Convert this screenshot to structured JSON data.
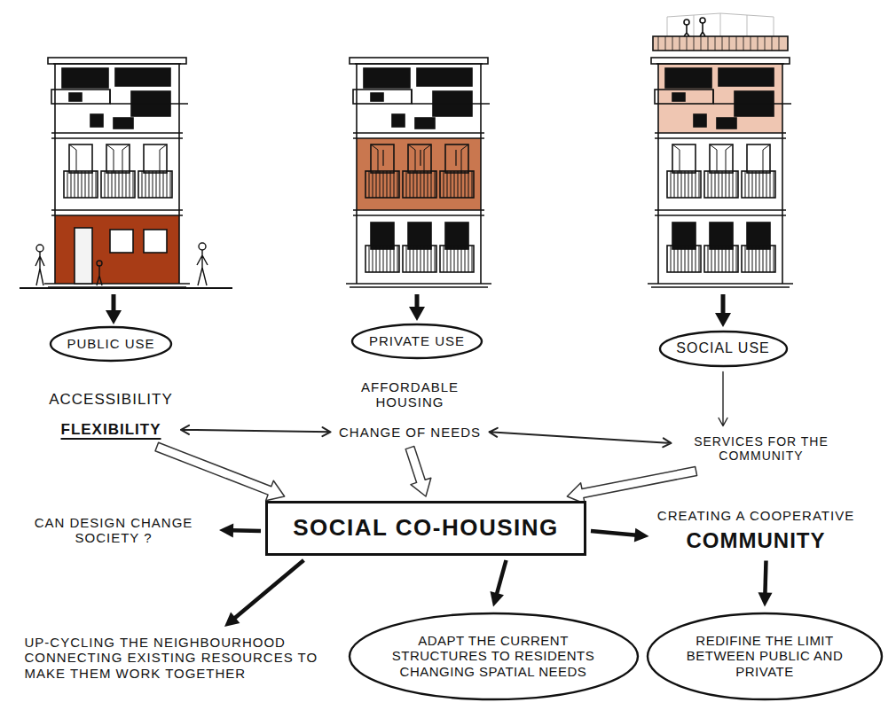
{
  "diagram": {
    "nodes": [
      {
        "text": [
          "PUBLIC USE"
        ]
      },
      {
        "text": [
          "PRIVATE USE"
        ]
      },
      {
        "text": [
          "SOCIAL USE"
        ]
      },
      {
        "text": [
          "ACCESSIBILITY",
          "FLEXIBILITY"
        ]
      },
      {
        "text": [
          "AFFORDABLE HOUSING",
          "CHANGE OF NEEDS"
        ]
      },
      {
        "text": [
          "SERVICES FOR THE COMMUNITY"
        ]
      },
      {
        "text": [
          "CAN DESIGN CHANGE SOCIETY ?"
        ]
      },
      {
        "text": [
          "SOCIAL CO-HOUSING"
        ]
      },
      {
        "text": [
          "CREATING A COOPERATIVE",
          "COMMUNITY"
        ]
      },
      {
        "text": [
          "UP-CYCLING THE NEIGHBOURHOOD CONNECTING EXISTING RESOURCES TO MAKE THEM WORK TOGETHER"
        ]
      },
      {
        "text": [
          "ADAPT THE CURRENT STRUCTURES TO RESIDENTS CHANGING SPATIAL NEEDS"
        ]
      },
      {
        "text": [
          "REDIFINE THE LIMIT BETWEEN PUBLIC AND PRIVATE"
        ]
      }
    ],
    "edges": [
      {
        "from": 2,
        "to": 5,
        "arrow": "to"
      },
      {
        "from": 3,
        "to": 4,
        "arrow": "both"
      },
      {
        "from": 4,
        "to": 5,
        "arrow": "both"
      },
      {
        "from": 3,
        "to": 7,
        "arrow": "to"
      },
      {
        "from": 4,
        "to": 7,
        "arrow": "to"
      },
      {
        "from": 5,
        "to": 7,
        "arrow": "to"
      },
      {
        "from": 7,
        "to": 6,
        "arrow": "to"
      },
      {
        "from": 7,
        "to": 8,
        "arrow": "to"
      },
      {
        "from": 7,
        "to": 9,
        "arrow": "to"
      },
      {
        "from": 7,
        "to": 10,
        "arrow": "to"
      },
      {
        "from": 8,
        "to": 11,
        "arrow": "to"
      }
    ]
  }
}
